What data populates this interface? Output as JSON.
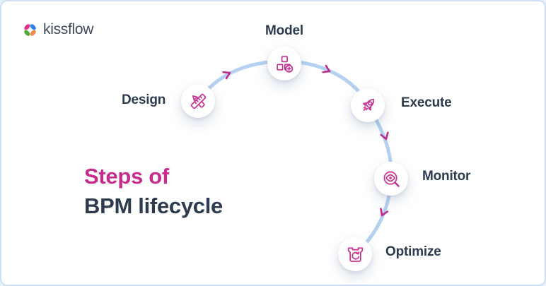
{
  "brand": {
    "name": "kissflow"
  },
  "title": {
    "line1": "Steps of",
    "line2": "BPM lifecycle"
  },
  "steps": [
    {
      "label": "Design",
      "icon": "design-pencil-ruler-icon"
    },
    {
      "label": "Model",
      "icon": "model-blocks-plus-icon"
    },
    {
      "label": "Execute",
      "icon": "execute-rocket-icon"
    },
    {
      "label": "Monitor",
      "icon": "monitor-eye-magnifier-icon"
    },
    {
      "label": "Optimize",
      "icon": "optimize-refresh-bucket-icon"
    }
  ],
  "colors": {
    "accent_pink": "#c72f90",
    "title_pink": "#c72b8e",
    "navy": "#2d3b4e",
    "arc_blue": "#b5d1f2",
    "card_border": "#cfe0f5",
    "logo_petal_pink": "#e0348b",
    "logo_petal_blue": "#2f80ed",
    "logo_petal_green": "#53a63c",
    "logo_petal_orange": "#f2884b",
    "logo_text": "#414b5a"
  }
}
